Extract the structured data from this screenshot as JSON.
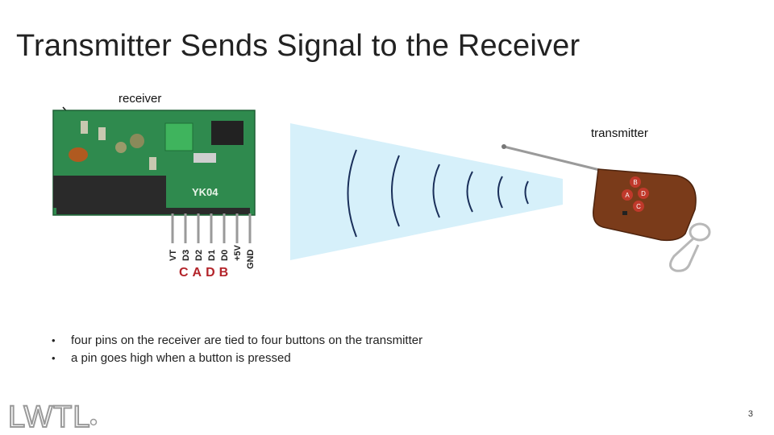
{
  "slide": {
    "title": "Transmitter Sends Signal to the Receiver",
    "receiver_label": "receiver",
    "transmitter_label": "transmitter",
    "board_chip_label": "YK04",
    "pin_labels": [
      "VT",
      "D3",
      "D2",
      "D1",
      "D0",
      "+5V",
      "GND"
    ],
    "pin_letters": "CADB",
    "bullets": [
      "four pins on the receiver are tied to four buttons on the transmitter",
      "a pin goes high when a button is pressed"
    ],
    "remote_button_labels": [
      "B",
      "A",
      "D",
      "C"
    ],
    "logo_text": "LWTL",
    "page_number": "3"
  },
  "colors": {
    "signal_beam": "#d6f0fa",
    "board_green": "#2f8a4e",
    "remote_brown": "#7a3b1a",
    "pin_letter_red": "#b3242a"
  }
}
